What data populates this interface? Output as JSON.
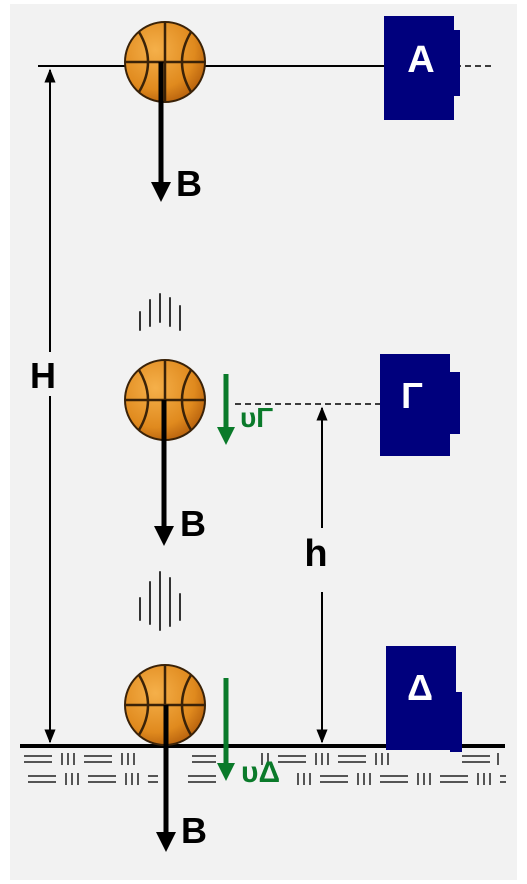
{
  "labels": {
    "position_a": "Α",
    "position_g": "Γ",
    "position_d": "Δ",
    "weight_top": "B",
    "weight_middle": "B",
    "weight_bottom": "B",
    "total_height": "H",
    "partial_height": "h",
    "velocity_g": "υΓ",
    "velocity_d": "υΔ"
  },
  "colors": {
    "background": "#f2f2f2",
    "box": "#00007d",
    "box_text": "#ffffff",
    "velocity": "#0a7a2a",
    "ball": "#e08a1e",
    "ball_seam": "#3a2208",
    "ink": "#000000"
  }
}
